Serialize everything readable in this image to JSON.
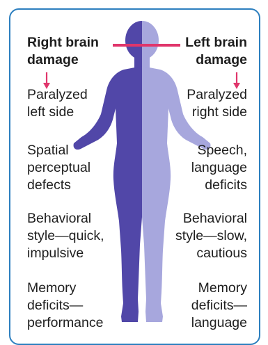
{
  "left_heading": [
    "Right brain",
    "damage"
  ],
  "right_heading": [
    "Left brain",
    "damage"
  ],
  "left_effects": [
    [
      "Paralyzed",
      "left side"
    ],
    [
      "Spatial",
      "perceptual",
      "defects"
    ],
    [
      "Behavioral",
      "style—quick,",
      "impulsive"
    ],
    [
      "Memory",
      "deficits—",
      "performance"
    ]
  ],
  "right_effects": [
    [
      "Paralyzed",
      "right side"
    ],
    [
      "Speech,",
      "language",
      "deficits"
    ],
    [
      "Behavioral",
      "style—slow,",
      "cautious"
    ],
    [
      "Memory",
      "deficits—",
      "language"
    ]
  ],
  "colors": {
    "frame": "#2c7fbf",
    "left_body": "#5147a8",
    "right_body": "#a7a7dd",
    "arrows": "#e0356b"
  }
}
